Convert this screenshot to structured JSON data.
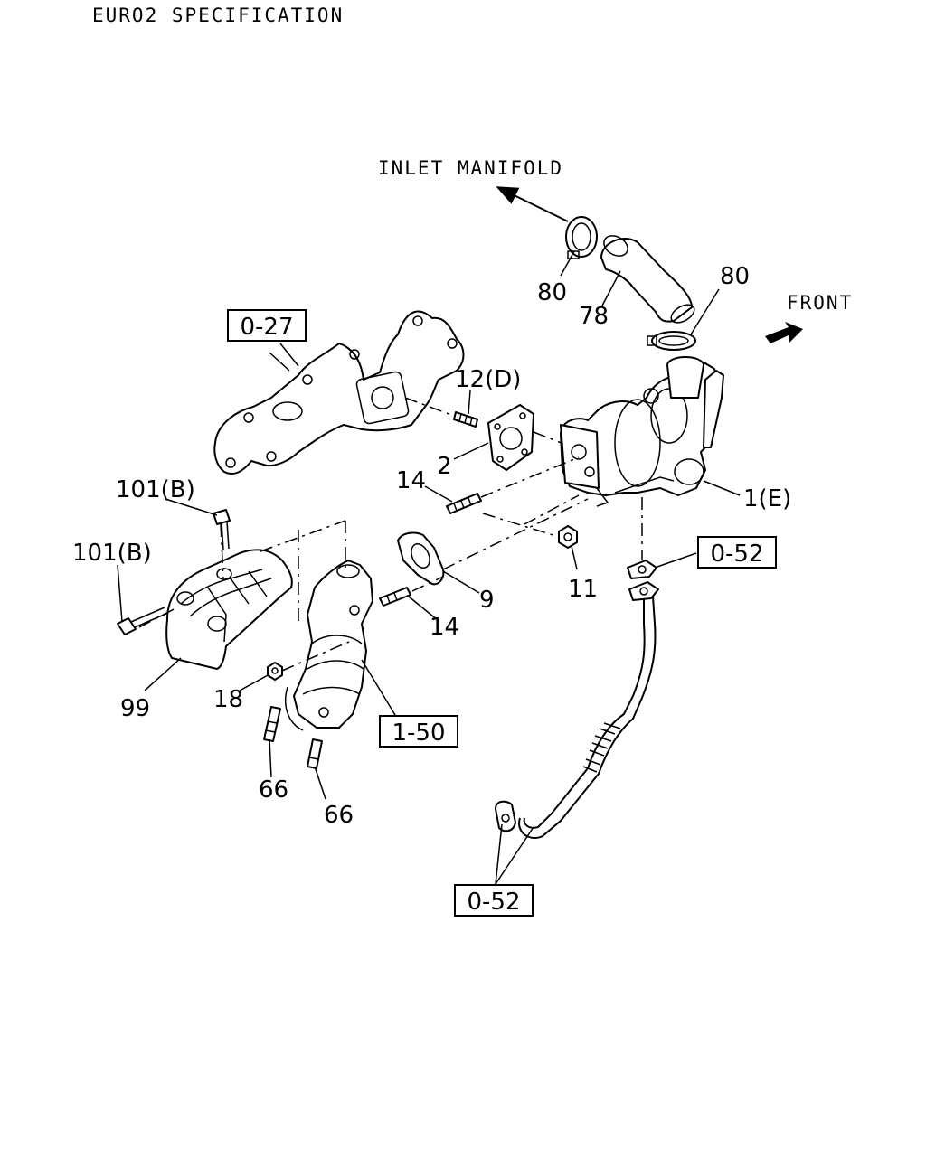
{
  "header": {
    "title": "EURO2 SPECIFICATION"
  },
  "annotations": {
    "inlet_manifold": "INLET MANIFOLD",
    "front": "FRONT"
  },
  "references": {
    "ref_0_27": "0-27",
    "ref_0_52_top": "0-52",
    "ref_0_52_bottom": "0-52",
    "ref_1_50": "1-50"
  },
  "callouts": {
    "c80_left": "80",
    "c78": "78",
    "c80_right": "80",
    "c12d": "12(D)",
    "c2": "2",
    "c14_top": "14",
    "c1e": "1(E)",
    "c101b_top": "101(B)",
    "c101b_left": "101(B)",
    "c11": "11",
    "c9": "9",
    "c14_mid": "14",
    "c99": "99",
    "c18": "18",
    "c66_left": "66",
    "c66_right": "66"
  },
  "icons": {
    "front_arrow": "arrow-front-icon",
    "direction_arrow": "arrow-up-left-icon"
  }
}
